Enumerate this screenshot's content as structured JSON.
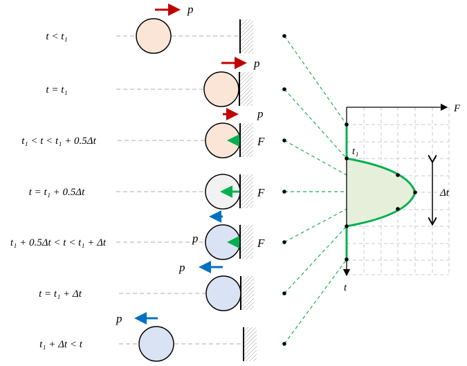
{
  "rows": [
    {
      "label": "t < t₁",
      "state": "approaching",
      "momentum_dir": "right",
      "force": false
    },
    {
      "label": "t = t₁",
      "state": "contact",
      "momentum_dir": "right",
      "force": false
    },
    {
      "label": "t₁ < t < t₁ + 0.5Δt",
      "state": "compressing",
      "momentum_dir": "right",
      "force": true
    },
    {
      "label": "t = t₁ + 0.5Δt",
      "state": "max-compression",
      "momentum_dir": "none",
      "force": true
    },
    {
      "label": "t₁ + 0.5Δt < t < t₁ + Δt",
      "state": "rebounding",
      "momentum_dir": "left",
      "force": true
    },
    {
      "label": "t = t₁ + Δt",
      "state": "separation",
      "momentum_dir": "left",
      "force": false
    },
    {
      "label": "t₁ + Δt < t",
      "state": "receding",
      "momentum_dir": "left",
      "force": false
    }
  ],
  "vector_labels": {
    "momentum": "p⃗",
    "force": "F⃗"
  },
  "graph": {
    "x_axis_label": "F",
    "y_axis_label": "t",
    "t1_label": "t₁",
    "duration_label": "Δt"
  },
  "colors": {
    "before": "#c00000",
    "after": "#0070c0",
    "force": "#00b050",
    "ball_before": "#fbe5d6",
    "ball_mid": "#f2f2f2",
    "ball_after": "#dae3f3",
    "impulse_fill": "#e6efd9"
  }
}
